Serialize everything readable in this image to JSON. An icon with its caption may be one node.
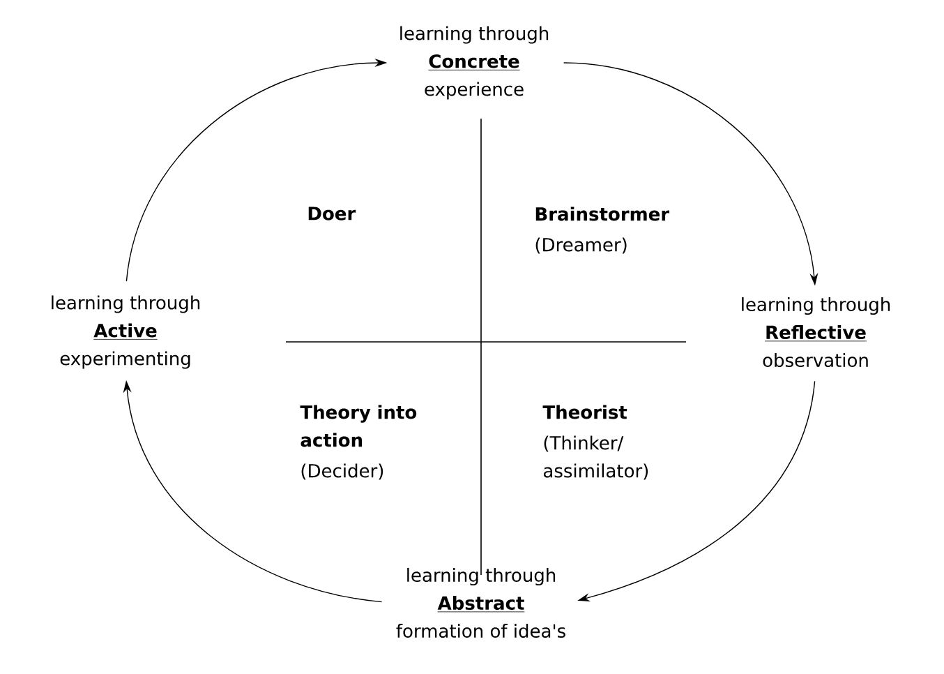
{
  "diagram": {
    "nodes": [
      {
        "text": [
          "learning through",
          "Concrete",
          "experience"
        ]
      },
      {
        "text": [
          "learning through",
          "Reflective",
          "observation"
        ]
      },
      {
        "text": [
          "learning through",
          "Abstract",
          "formation of idea's"
        ]
      },
      {
        "text": [
          "learning through",
          "Active",
          "experimenting"
        ]
      }
    ],
    "edges": [
      {
        "from": 0,
        "to": 1,
        "arrow": "to"
      },
      {
        "from": 1,
        "to": 2,
        "arrow": "to"
      },
      {
        "from": 2,
        "to": 3,
        "arrow": "to"
      },
      {
        "from": 3,
        "to": 0,
        "arrow": "to"
      }
    ],
    "labels": [
      "Doer",
      "Brainstormer",
      "(Dreamer)",
      "Theory into action",
      "(Decider)",
      "Theorist",
      "(Thinker/ assimilator)"
    ]
  }
}
